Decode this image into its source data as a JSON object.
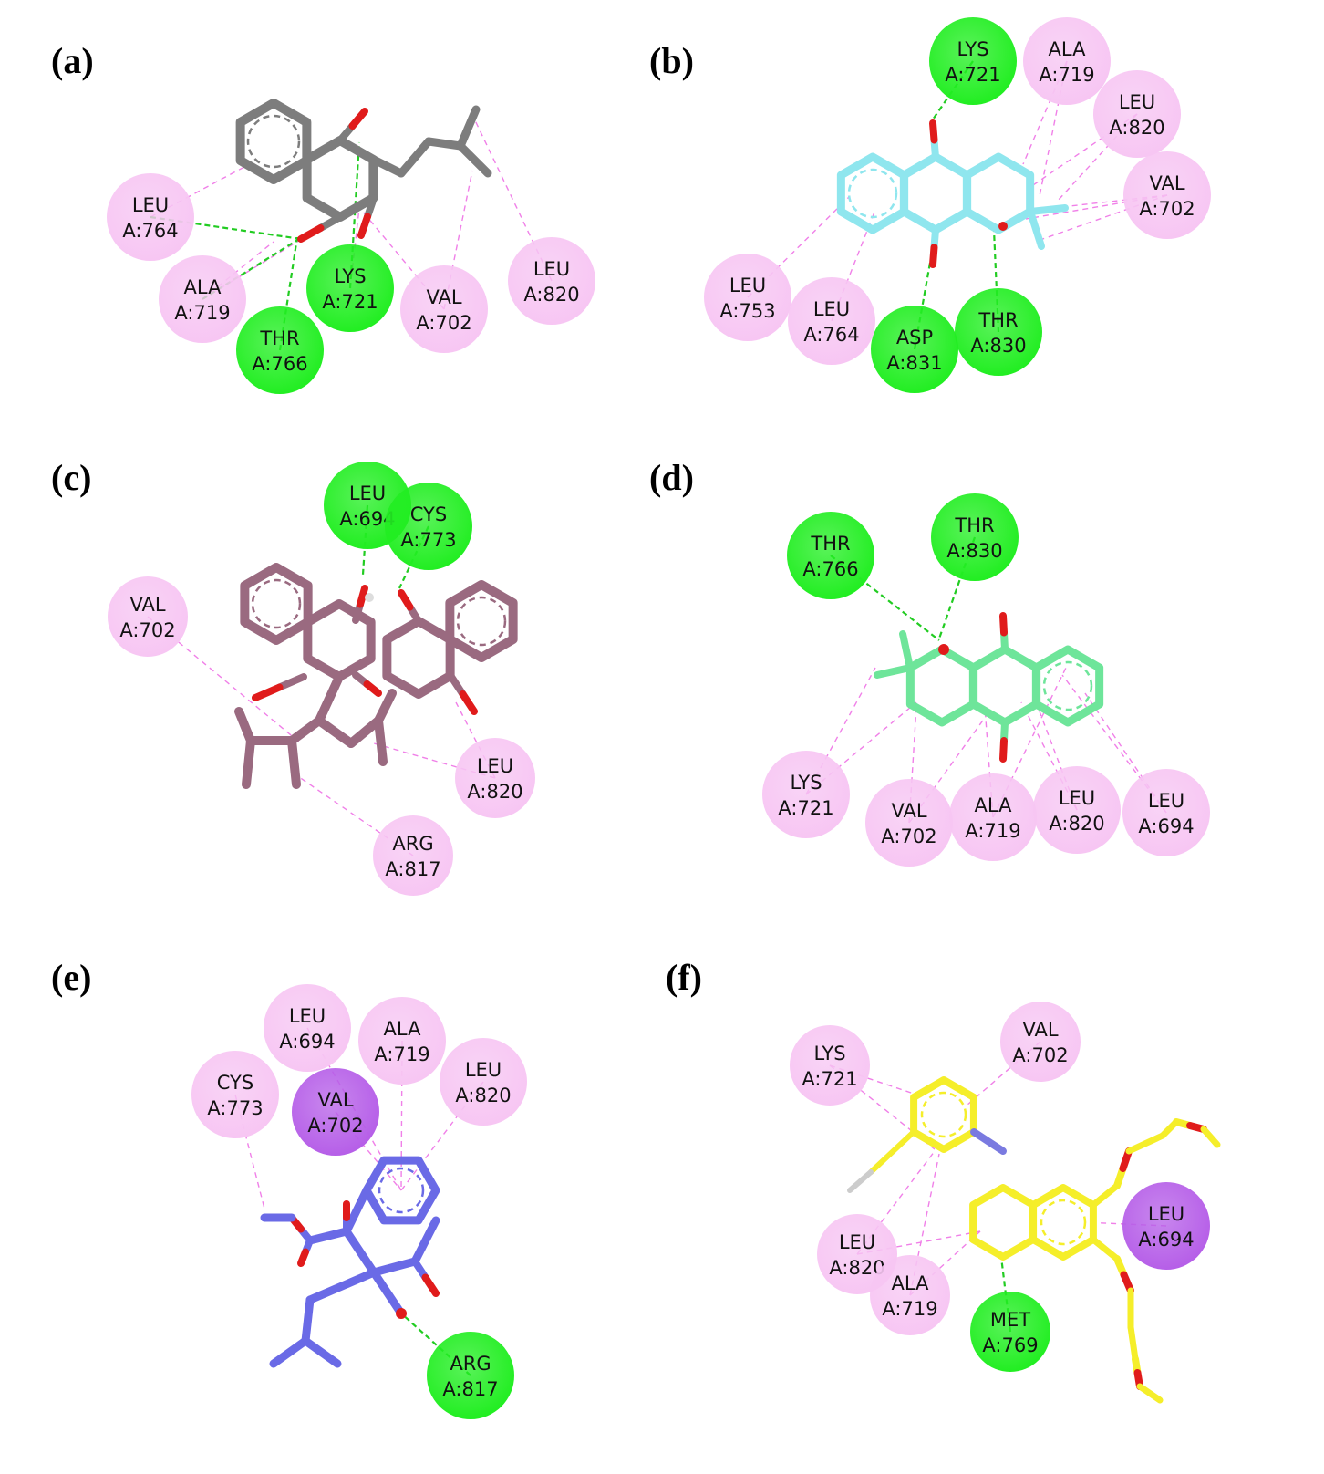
{
  "colors": {
    "hbond": "#22ee22",
    "hydrophobic": "#f7c6f3",
    "pi_sigma": "#b65fe8",
    "hbond_line": "#22cc22",
    "hydrophobic_line": "#f080e8",
    "oxygen": "#e01b1b",
    "nitrogen": "#7a7ae0",
    "hydrogen": "#f0f0f0"
  },
  "panels": [
    {
      "label": "(a)",
      "ligand_color": "#7d7d7d",
      "residues": [
        {
          "l1": "LEU",
          "l2": "A:764",
          "type": "hydrophobic"
        },
        {
          "l1": "ALA",
          "l2": "A:719",
          "type": "hydrophobic"
        },
        {
          "l1": "THR",
          "l2": "A:766",
          "type": "hbond"
        },
        {
          "l1": "LYS",
          "l2": "A:721",
          "type": "hbond"
        },
        {
          "l1": "VAL",
          "l2": "A:702",
          "type": "hydrophobic"
        },
        {
          "l1": "LEU",
          "l2": "A:820",
          "type": "hydrophobic"
        }
      ]
    },
    {
      "label": "(b)",
      "ligand_color": "#8fe6ee",
      "residues": [
        {
          "l1": "LYS",
          "l2": "A:721",
          "type": "hbond"
        },
        {
          "l1": "ALA",
          "l2": "A:719",
          "type": "hydrophobic"
        },
        {
          "l1": "LEU",
          "l2": "A:820",
          "type": "hydrophobic"
        },
        {
          "l1": "VAL",
          "l2": "A:702",
          "type": "hydrophobic"
        },
        {
          "l1": "LEU",
          "l2": "A:753",
          "type": "hydrophobic"
        },
        {
          "l1": "LEU",
          "l2": "A:764",
          "type": "hydrophobic"
        },
        {
          "l1": "ASP",
          "l2": "A:831",
          "type": "hbond"
        },
        {
          "l1": "THR",
          "l2": "A:830",
          "type": "hbond"
        }
      ]
    },
    {
      "label": "(c)",
      "ligand_color": "#9a6a80",
      "residues": [
        {
          "l1": "LEU",
          "l2": "A:694",
          "type": "hbond"
        },
        {
          "l1": "CYS",
          "l2": "A:773",
          "type": "hbond"
        },
        {
          "l1": "VAL",
          "l2": "A:702",
          "type": "hydrophobic"
        },
        {
          "l1": "LEU",
          "l2": "A:820",
          "type": "hydrophobic"
        },
        {
          "l1": "ARG",
          "l2": "A:817",
          "type": "hydrophobic"
        }
      ]
    },
    {
      "label": "(d)",
      "ligand_color": "#6ee59a",
      "residues": [
        {
          "l1": "THR",
          "l2": "A:766",
          "type": "hbond"
        },
        {
          "l1": "THR",
          "l2": "A:830",
          "type": "hbond"
        },
        {
          "l1": "LYS",
          "l2": "A:721",
          "type": "hydrophobic"
        },
        {
          "l1": "VAL",
          "l2": "A:702",
          "type": "hydrophobic"
        },
        {
          "l1": "ALA",
          "l2": "A:719",
          "type": "hydrophobic"
        },
        {
          "l1": "LEU",
          "l2": "A:820",
          "type": "hydrophobic"
        },
        {
          "l1": "LEU",
          "l2": "A:694",
          "type": "hydrophobic"
        }
      ]
    },
    {
      "label": "(e)",
      "ligand_color": "#6a6ae6",
      "residues": [
        {
          "l1": "LEU",
          "l2": "A:694",
          "type": "hydrophobic"
        },
        {
          "l1": "ALA",
          "l2": "A:719",
          "type": "hydrophobic"
        },
        {
          "l1": "CYS",
          "l2": "A:773",
          "type": "hydrophobic"
        },
        {
          "l1": "VAL",
          "l2": "A:702",
          "type": "pi_sigma"
        },
        {
          "l1": "LEU",
          "l2": "A:820",
          "type": "hydrophobic"
        },
        {
          "l1": "ARG",
          "l2": "A:817",
          "type": "hbond"
        }
      ]
    },
    {
      "label": "(f)",
      "ligand_color": "#f5ee2a",
      "residues": [
        {
          "l1": "LYS",
          "l2": "A:721",
          "type": "hydrophobic"
        },
        {
          "l1": "VAL",
          "l2": "A:702",
          "type": "hydrophobic"
        },
        {
          "l1": "LEU",
          "l2": "A:694",
          "type": "pi_sigma"
        },
        {
          "l1": "LEU",
          "l2": "A:820",
          "type": "hydrophobic"
        },
        {
          "l1": "ALA",
          "l2": "A:719",
          "type": "hydrophobic"
        },
        {
          "l1": "MET",
          "l2": "A:769",
          "type": "hbond"
        }
      ]
    }
  ]
}
